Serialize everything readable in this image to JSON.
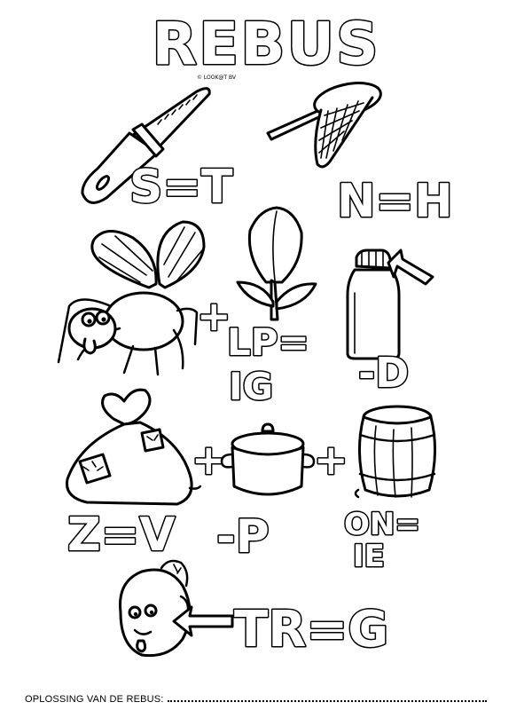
{
  "title": "REBUS",
  "credit": "© LOOK@T BV",
  "clues": {
    "knife_rule": "S=T",
    "net_rule": "N=H",
    "plus_1": "+",
    "tulip_rule_1": "LP=",
    "tulip_rule_2": "IG",
    "bottle_rule": "-D",
    "plus_2": "+",
    "plus_3": "+",
    "sack_rule": "Z=V",
    "pan_rule": "-P",
    "barrel_rule_1": "ON=",
    "barrel_rule_2": "IE",
    "head_rule": "TR=G"
  },
  "footer": {
    "label": "OPLOSSING VAN DE REBUS:"
  },
  "icons": [
    "knife-icon",
    "fishing-net-icon",
    "fly-icon",
    "tulip-icon",
    "bottle-icon",
    "sack-icon",
    "cooking-pot-icon",
    "barrel-icon",
    "face-icon",
    "arrow-icon"
  ]
}
